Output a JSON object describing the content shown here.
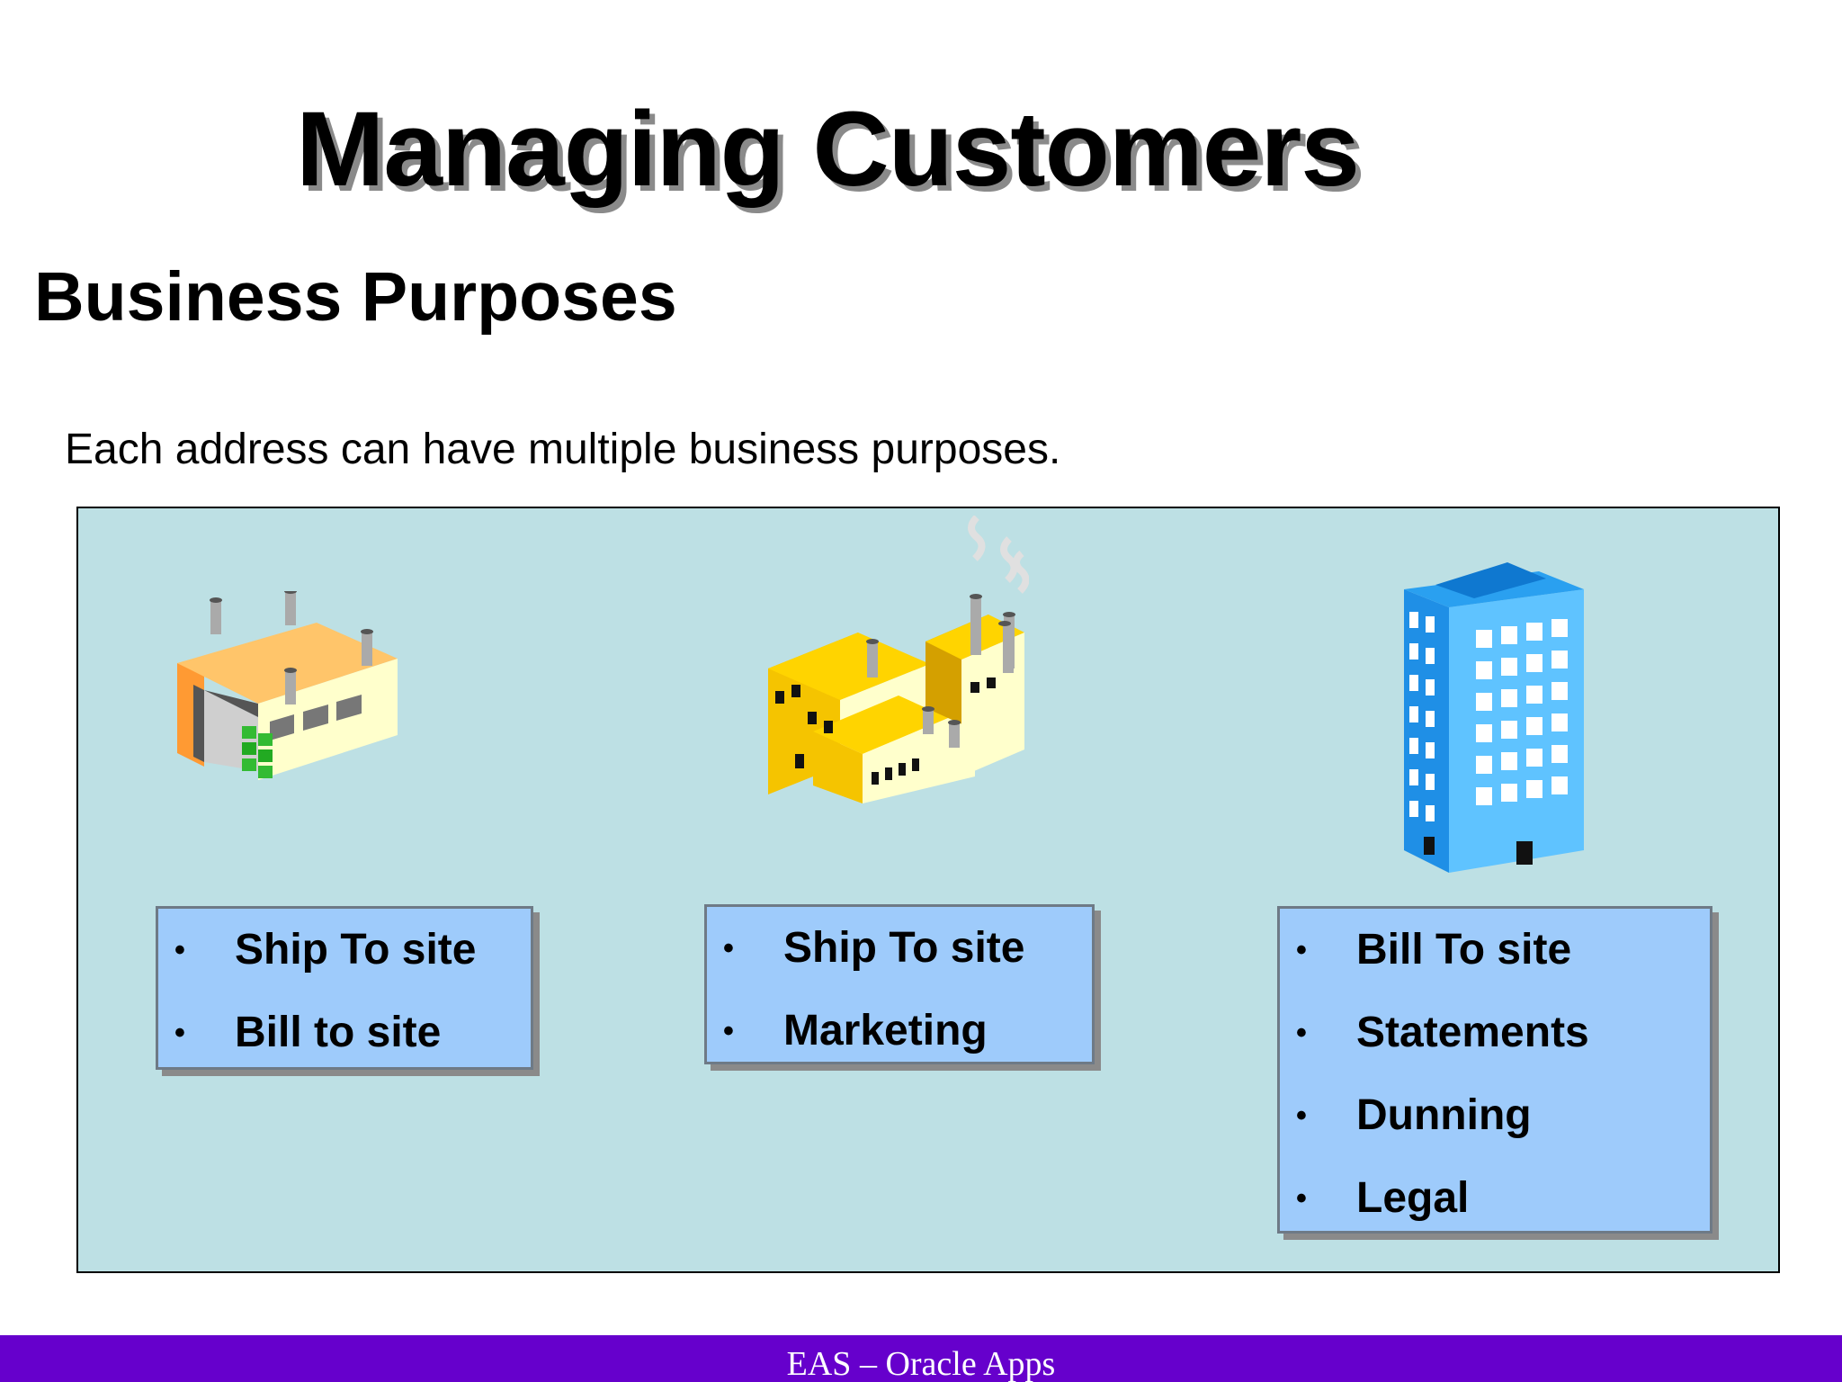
{
  "slide": {
    "title": "Managing Customers",
    "subtitle": "Business Purposes",
    "intro": "Each address can have multiple business purposes."
  },
  "sites": [
    {
      "icon": "warehouse-icon",
      "purposes": [
        "Ship To site",
        "Bill to site"
      ]
    },
    {
      "icon": "factory-icon",
      "purposes": [
        "Ship To site",
        "Marketing"
      ]
    },
    {
      "icon": "office-building-icon",
      "purposes": [
        "Bill To site",
        "Statements",
        "Dunning",
        "Legal"
      ]
    }
  ],
  "bullet_glyph": "•",
  "footer": {
    "text": "EAS – Oracle Apps"
  },
  "colors": {
    "panel_background": "#bde0e4",
    "purpose_box": "#9ecbfb",
    "footer_bar": "#6600cc"
  }
}
